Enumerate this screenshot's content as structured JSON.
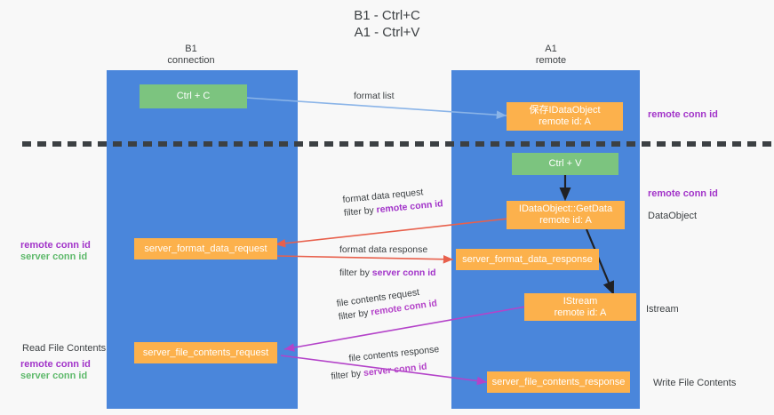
{
  "title": "B1 - Ctrl+C\nA1 - Ctrl+V",
  "columns": {
    "left": "B1\nconnection",
    "right": "A1\nremote"
  },
  "colors": {
    "lane": "#4a86db",
    "box_green": "#7cc47f",
    "box_orange": "#fcb14c",
    "purple": "#a234c9",
    "green_text": "#5eb96b",
    "magenta": "#b443c9",
    "arrow_blue": "#8ab4e8",
    "arrow_red": "#e8604c",
    "arrow_black": "#202124",
    "background": "#f8f8f8",
    "divider": "#3c4043"
  },
  "boxes": {
    "ctrl_c": "Ctrl + C",
    "save_idataobject": "保存IDataObject\nremote id: A",
    "ctrl_v": "Ctrl + V",
    "getdata": "IDataObject::GetData\nremote id: A",
    "server_format_data_request": "server_format_data_request",
    "server_format_data_response": "server_format_data_response",
    "istream": "IStream\nremote id: A",
    "server_file_contents_request": "server_file_contents_request",
    "server_file_contents_response": "server_file_contents_response"
  },
  "annotations": {
    "right_remote_conn_id_top": "remote conn id",
    "right_remote_conn_id_mid": "remote conn id",
    "right_dataobject": "DataObject",
    "right_istream": "Istream",
    "right_write_file_contents": "Write File Contents",
    "left_remote_conn_id": "remote conn id",
    "left_server_conn_id": "server conn id",
    "left_read_file_contents": "Read File Contents",
    "left_remote_conn_id_2": "remote conn id",
    "left_server_conn_id_2": "server conn id"
  },
  "edge_labels": {
    "format_list": "format list",
    "format_data_request": "format data request",
    "format_data_request_filter_prefix": "filter by ",
    "format_data_request_filter_key": "remote conn id",
    "format_data_response": "format data response",
    "format_data_response_filter_prefix": "filter by ",
    "format_data_response_filter_key": "server conn id",
    "file_contents_request": "file contents request",
    "file_contents_request_filter_prefix": "filter by ",
    "file_contents_request_filter_key": "remote conn id",
    "file_contents_response": "file contents response",
    "file_contents_response_filter_prefix": "filter by ",
    "file_contents_response_filter_key": "server conn id"
  }
}
